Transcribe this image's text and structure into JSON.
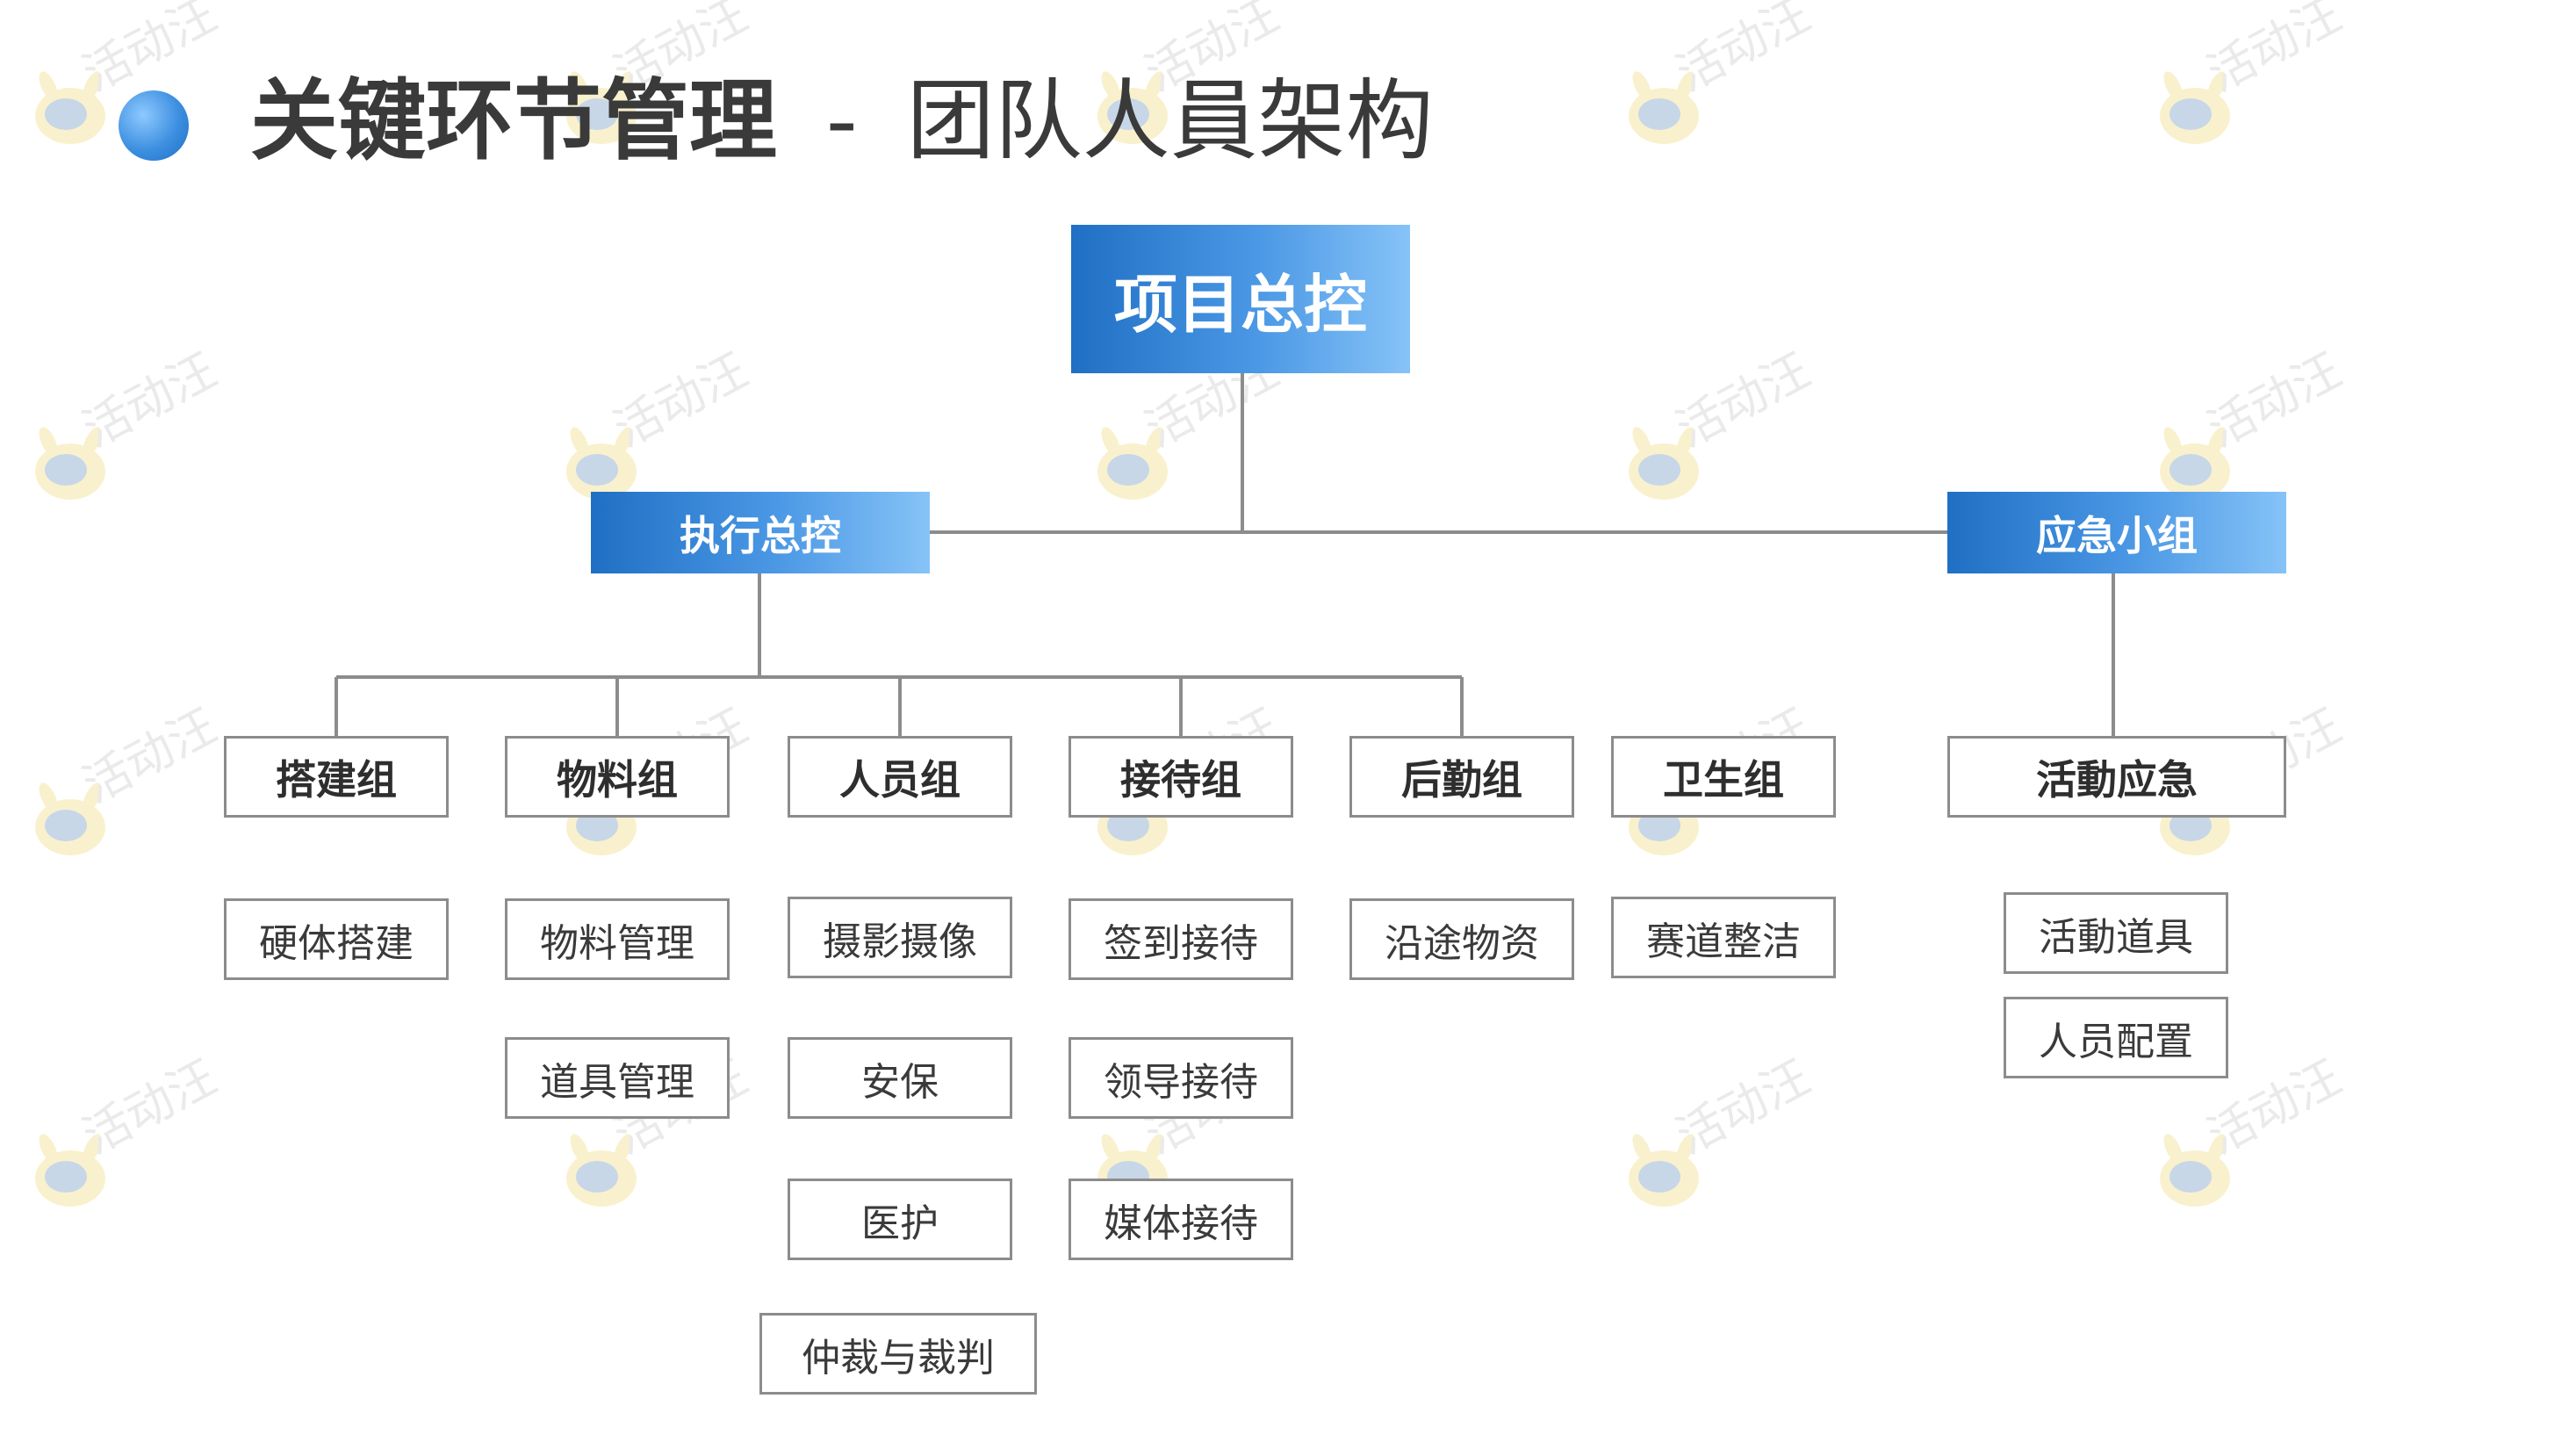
{
  "watermark": {
    "text": "活动汪"
  },
  "title": {
    "main": "关键环节管理",
    "separator": "-",
    "sub": "团队人員架构"
  },
  "org": {
    "root": "项目总控",
    "exec": "执行总控",
    "emergency": "应急小组",
    "groups": [
      {
        "label": "搭建组",
        "items": [
          "硬体搭建"
        ]
      },
      {
        "label": "物料组",
        "items": [
          "物料管理",
          "道具管理"
        ]
      },
      {
        "label": "人员组",
        "items": [
          "摄影摄像",
          "安保",
          "医护",
          "仲裁与裁判"
        ]
      },
      {
        "label": "接待组",
        "items": [
          "签到接待",
          "领导接待",
          "媒体接待"
        ]
      },
      {
        "label": "后勤组",
        "items": [
          "沿途物资"
        ]
      },
      {
        "label": "卫生组",
        "items": [
          "赛道整洁"
        ]
      }
    ],
    "emergency_group": {
      "label": "活動应急",
      "items": [
        "活動道具",
        "人员配置"
      ]
    }
  },
  "colors": {
    "accent_dark": "#1f6fc4",
    "accent_light": "#86c3f7",
    "line": "#8c8c8c"
  }
}
